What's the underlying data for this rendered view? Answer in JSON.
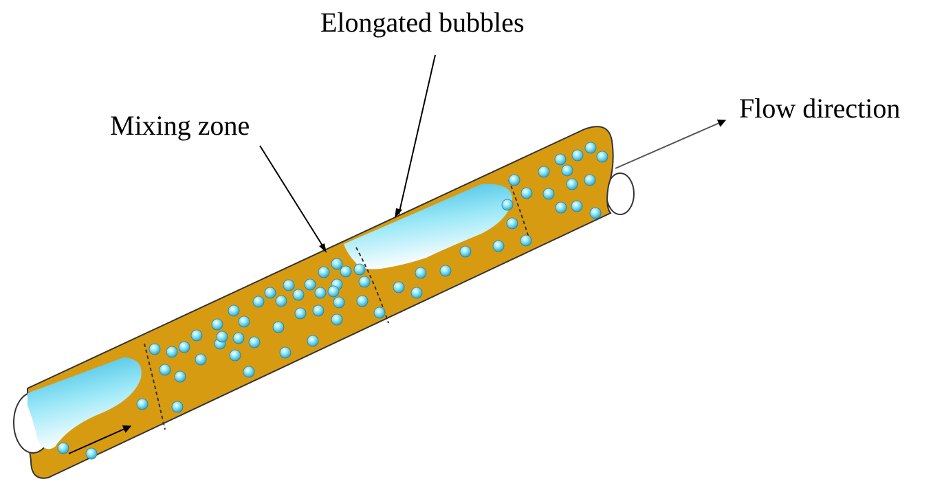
{
  "labels": {
    "elongated_bubbles": "Elongated bubbles",
    "mixing_zone": "Mixing zone",
    "flow_direction": "Flow direction"
  },
  "colors": {
    "liquid": "#d79b12",
    "gas": "#49c8e8",
    "bubble": "#7fe0f5",
    "pipe_outline": "#333333",
    "background": "#ffffff"
  },
  "icons": {
    "flow_arrow": "arrow-right-icon"
  }
}
